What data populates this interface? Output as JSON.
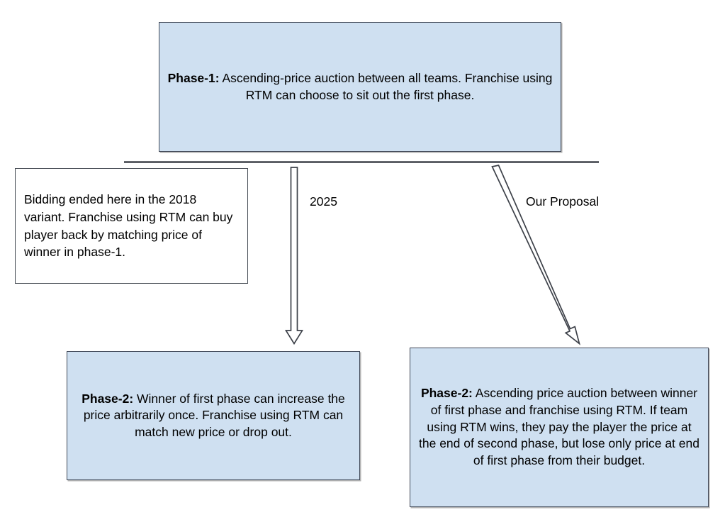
{
  "diagram": {
    "title": "IPL RTM auction phase comparison flow",
    "background_color": "#ffffff",
    "node_fill_blue": "#cfe0f1",
    "node_fill_white": "#ffffff",
    "node_border_color": "#3f4756",
    "text_color": "#000000"
  },
  "nodes": {
    "phase1": {
      "label_bold": "Phase-1:",
      "label_rest": " Ascending-price auction between all teams. Franchise using RTM can choose to sit out the first phase.",
      "full_text": "Phase-1: Ascending-price auction between all teams. Franchise using RTM can choose to sit out the first phase.",
      "fill": "#cfe0f1"
    },
    "note_2018": {
      "full_text": "Bidding ended here in the 2018 variant. Franchise using RTM can buy player back by matching price of winner in phase-1.",
      "fill": "#ffffff"
    },
    "phase2_2025": {
      "label_bold": "Phase-2:",
      "label_rest": " Winner of first phase can increase the price arbitrarily once. Franchise using RTM can match new price or drop out.",
      "full_text": "Phase-2: Winner of first phase can increase the price arbitrarily once. Franchise using RTM can match new price or drop out.",
      "fill": "#cfe0f1"
    },
    "phase2_proposal": {
      "label_bold": "Phase-2:",
      "label_rest": " Ascending price auction between winner of first phase and franchise using RTM. If team using RTM wins, they pay the player the price at the end of second phase, but lose only price at end of first phase from their budget.",
      "full_text": "Phase-2: Ascending price auction between winner of first phase and franchise using RTM. If team using RTM wins, they pay the player the price at the end of second phase, but lose only price at end of first phase from their budget.",
      "fill": "#cfe0f1"
    }
  },
  "edges": {
    "vertical_arrow": {
      "label": "2025",
      "from": "phase1",
      "to": "phase2_2025",
      "style": "block-arrow-down"
    },
    "diagonal_arrow": {
      "label": "Our Proposal",
      "from": "phase1",
      "to": "phase2_proposal",
      "style": "block-arrow-diagonal-down-right"
    },
    "separator_line": {
      "style": "horizontal-rule"
    }
  }
}
